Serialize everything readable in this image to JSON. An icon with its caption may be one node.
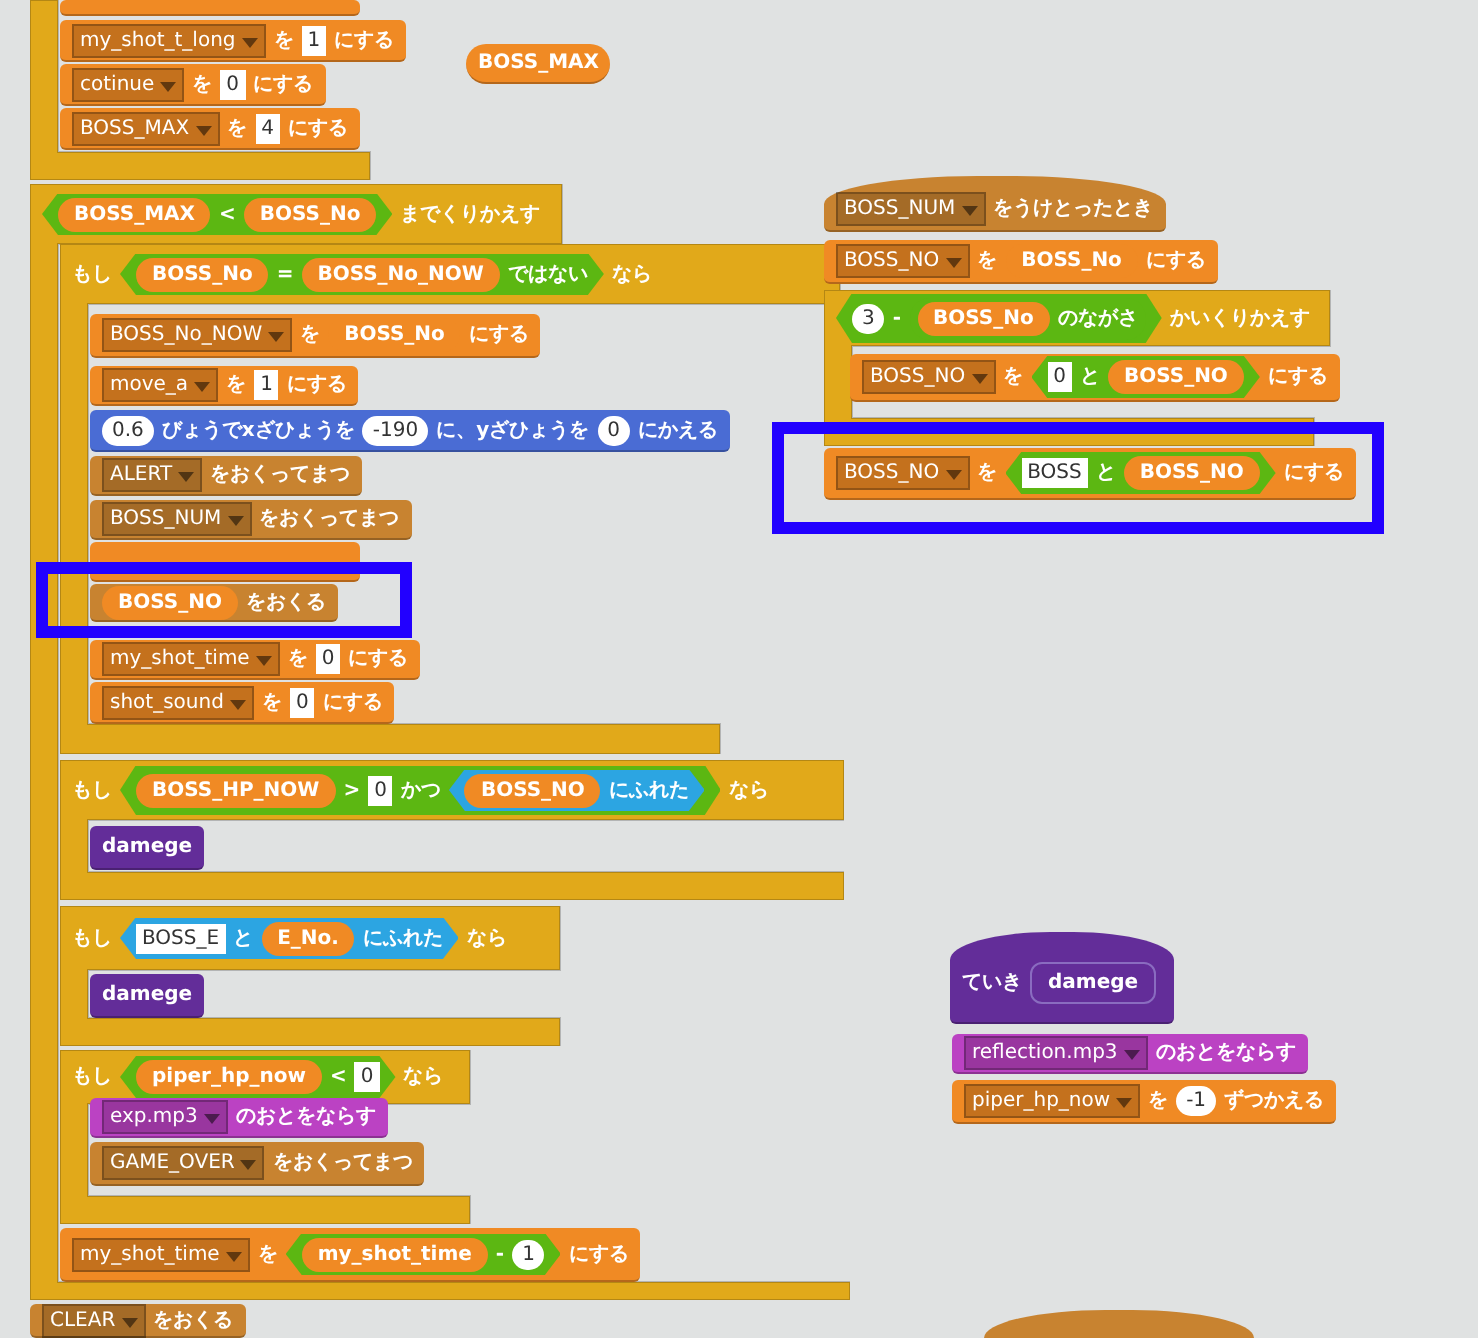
{
  "diagram": {
    "nodes": [
      {
        "text": [],
        "shape": "box"
      },
      {
        "text": [],
        "shape": "box",
        "in": 0
      },
      {
        "text": [
          "my_shot_t_long",
          "を",
          "1",
          "にする"
        ],
        "in": 0
      },
      {
        "text": [
          "cotinue",
          "を",
          "0",
          "にする"
        ],
        "in": 0
      },
      {
        "text": [
          "BOSS_MAX",
          "を",
          "4",
          "にする"
        ],
        "in": 0
      },
      {
        "text": [
          "BOSS_MAX"
        ]
      },
      {
        "text": [
          "BOSS_MAX",
          "<",
          "BOSS_No",
          "までくりかえす"
        ]
      },
      {
        "text": [
          "もし",
          "BOSS_No",
          "=",
          "BOSS_No_NOW",
          "ではない",
          "なら"
        ],
        "in": 6
      },
      {
        "text": [
          "BOSS_No_NOW",
          "を",
          "BOSS_No",
          "にする"
        ],
        "in": 7
      },
      {
        "text": [
          "move_a",
          "を",
          "1",
          "にする"
        ],
        "in": 7
      },
      {
        "text": [
          "0.6",
          "びょうでxざひょうを",
          "-190",
          "に、yざひょうを",
          "0",
          "にかえる"
        ],
        "in": 7
      },
      {
        "text": [
          "ALERT",
          "をおくってまつ"
        ],
        "in": 7
      },
      {
        "text": [
          "BOSS_NUM",
          "をおくってまつ"
        ],
        "in": 7
      },
      {
        "text": [],
        "shape": "box",
        "in": 7
      },
      {
        "text": [
          "BOSS_NO",
          "をおくる"
        ],
        "in": 7
      },
      {
        "text": [
          "my_shot_time",
          "を",
          "0",
          "にする"
        ],
        "in": 7
      },
      {
        "text": [
          "shot_sound",
          "を",
          "0",
          "にする"
        ],
        "in": 7
      },
      {
        "text": [
          "もし",
          "BOSS_HP_NOW",
          ">",
          "0",
          "かつ",
          "BOSS_NO",
          "にふれた",
          "なら"
        ],
        "in": 6
      },
      {
        "text": [
          "damege"
        ],
        "in": 17
      },
      {
        "text": [
          "もし",
          "BOSS_E",
          "と",
          "E_No.",
          "にふれた",
          "なら"
        ],
        "in": 6
      },
      {
        "text": [
          "damege"
        ],
        "in": 19
      },
      {
        "text": [
          "もし",
          "piper_hp_now",
          "<",
          "0",
          "なら"
        ],
        "in": 6
      },
      {
        "text": [
          "exp.mp3",
          "のおとをならす"
        ],
        "in": 21
      },
      {
        "text": [
          "GAME_OVER",
          "をおくってまつ"
        ],
        "in": 21
      },
      {
        "text": [
          "my_shot_time",
          "を",
          "my_shot_time",
          "-",
          "1",
          "にする"
        ],
        "in": 6
      },
      {
        "text": [
          "CLEAR",
          "をおくる"
        ]
      },
      {
        "text": [
          "BOSS_NUM",
          "をうけとったとき"
        ]
      },
      {
        "text": [
          "BOSS_NO",
          "を",
          "BOSS_No",
          "にする"
        ]
      },
      {
        "text": [
          "3",
          "-",
          "BOSS_No",
          "のながさ",
          "かいくりかえす"
        ]
      },
      {
        "text": [
          "BOSS_NO",
          "を",
          "0",
          "と",
          "BOSS_NO",
          "にする"
        ],
        "in": 28
      },
      {
        "text": [
          "BOSS_NO",
          "を",
          "BOSS",
          "と",
          "BOSS_NO",
          "にする"
        ]
      },
      {
        "text": [
          "ていき",
          "damege"
        ]
      },
      {
        "text": [
          "reflection.mp3",
          "のおとをならす"
        ]
      },
      {
        "text": [
          "piper_hp_now",
          "を",
          "-1",
          "ずつかえる"
        ]
      },
      {
        "text": [],
        "shape": "box"
      }
    ]
  }
}
